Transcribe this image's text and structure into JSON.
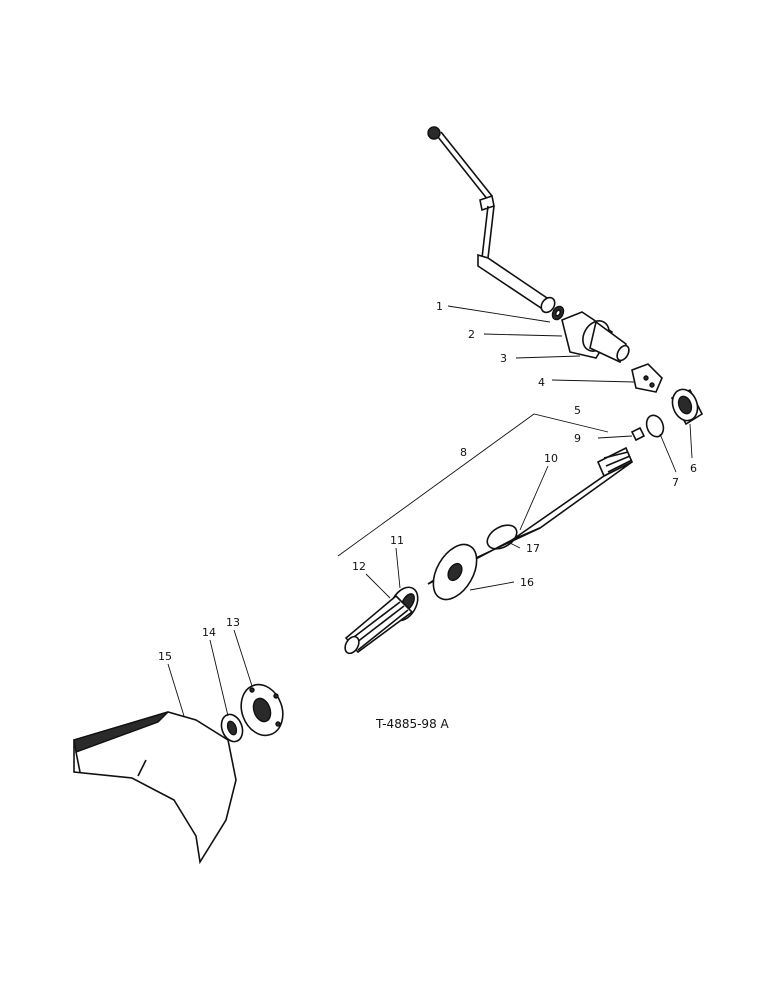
{
  "diagram": {
    "drawing_number": "T-4885-98 A",
    "callouts": {
      "c1": "1",
      "c2": "2",
      "c3": "3",
      "c4": "4",
      "c5": "5",
      "c6": "6",
      "c7": "7",
      "c8": "8",
      "c9": "9",
      "c10": "10",
      "c11": "11",
      "c12": "12",
      "c13": "13",
      "c14": "14",
      "c15": "15",
      "c16": "16",
      "c17": "17"
    }
  }
}
